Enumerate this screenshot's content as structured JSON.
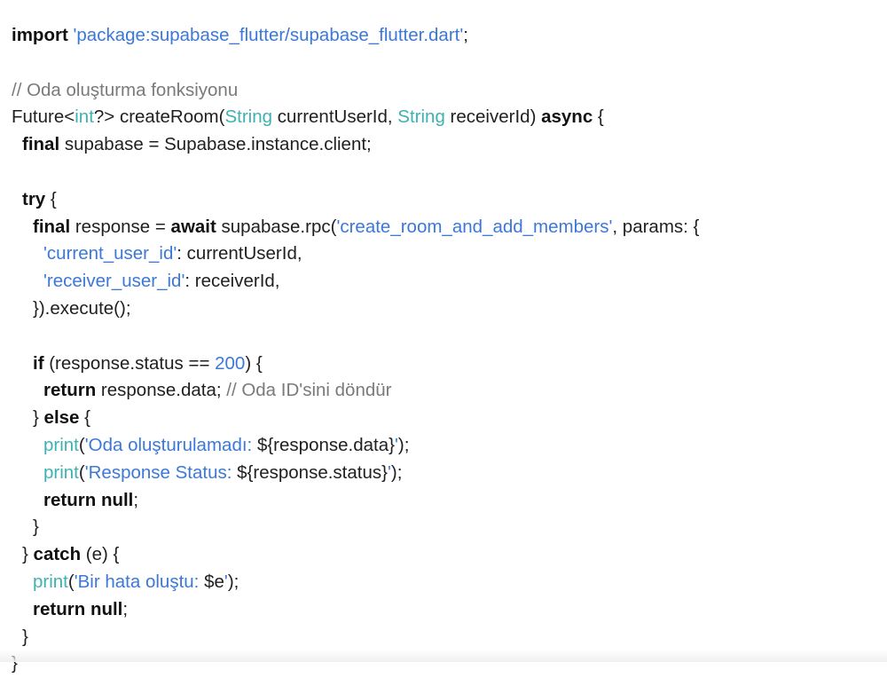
{
  "code": {
    "l1": {
      "kw": "import",
      "str": "'package:supabase_flutter/supabase_flutter.dart'",
      "end": ";"
    },
    "l3": {
      "cmt": "// Oda oluşturma fonksiyonu"
    },
    "l4": {
      "a": "Future<",
      "t1": "int",
      "b": "?> createRoom(",
      "t2": "String",
      "c": " currentUserId, ",
      "t3": "String",
      "d": " receiverId) ",
      "kw": "async",
      "e": " {"
    },
    "l5": {
      "kw": "final",
      "rest": " supabase = Supabase.instance.client;"
    },
    "l7": {
      "kw": "try",
      "rest": " {"
    },
    "l8": {
      "kw1": "final",
      "a": " response = ",
      "kw2": "await",
      "b": " supabase.rpc(",
      "str": "'create_room_and_add_members'",
      "c": ", params: {"
    },
    "l9": {
      "str": "'current_user_id'",
      "rest": ": currentUserId,"
    },
    "l10": {
      "str": "'receiver_user_id'",
      "rest": ": receiverId,"
    },
    "l11": {
      "text": "}).execute();"
    },
    "l13": {
      "kw": "if",
      "a": " (response.status == ",
      "num": "200",
      "b": ") {"
    },
    "l14": {
      "kw": "return",
      "a": " response.data; ",
      "cmt": "// Oda ID'sini döndür"
    },
    "l15": {
      "a": "} ",
      "kw": "else",
      "b": " {"
    },
    "l16": {
      "fn": "print",
      "a": "(",
      "str": "'Oda oluşturulamadı: ",
      "b": "${response.data}",
      "str2": "'",
      "c": ");"
    },
    "l17": {
      "fn": "print",
      "a": "(",
      "str": "'Response Status: ",
      "b": "${response.status}",
      "str2": "'",
      "c": ");"
    },
    "l18": {
      "kw1": "return",
      "sp": " ",
      "kw2": "null",
      "end": ";"
    },
    "l19": {
      "text": "}"
    },
    "l20": {
      "a": "} ",
      "kw": "catch",
      "b": " (e) {"
    },
    "l21": {
      "fn": "print",
      "a": "(",
      "str": "'Bir hata oluştu: ",
      "b": "$e",
      "str2": "'",
      "c": ");"
    },
    "l22": {
      "kw1": "return",
      "sp": " ",
      "kw2": "null",
      "end": ";"
    },
    "l23": {
      "text": "}"
    },
    "l24": {
      "text": "}"
    }
  },
  "colors": {
    "keyword": "#111111",
    "string": "#3c78d8",
    "type": "#3fb1b1",
    "comment": "#7a7a7a",
    "plain": "#1f1f1f"
  }
}
